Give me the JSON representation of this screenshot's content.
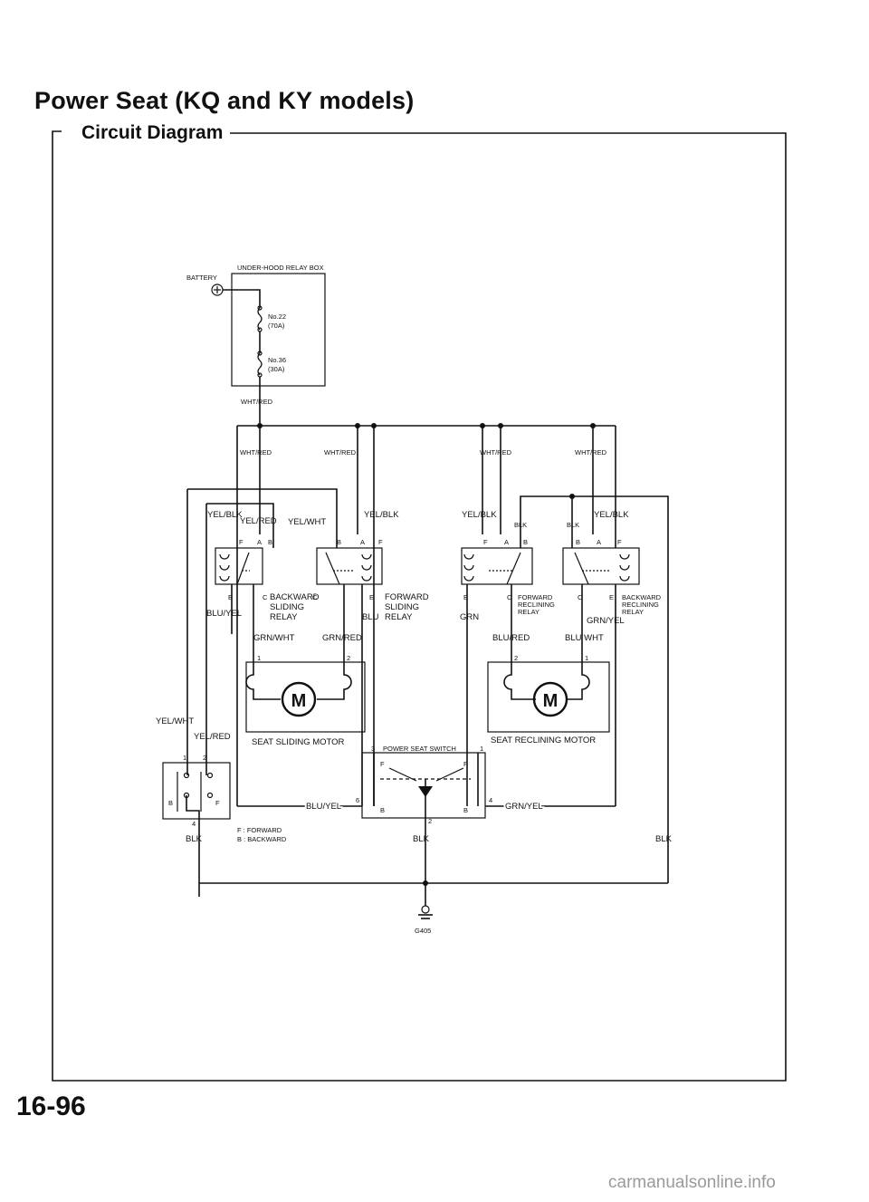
{
  "page": {
    "title": "Power Seat (KQ and KY models)",
    "subtitle": "Circuit Diagram",
    "page_number": "16-96",
    "watermark": "carmanualsonline.info"
  },
  "diagram": {
    "battery": "BATTERY",
    "relay_box": "UNDER-HOOD RELAY BOX",
    "fuse_22": "No.22",
    "fuse_22_rating": "(70A)",
    "fuse_36": "No.36",
    "fuse_36_rating": "(30A)",
    "wire_wht_red": "WHT/RED",
    "wire_yel_blk": "YEL/BLK",
    "wire_yel_red": "YEL/RED",
    "wire_yel_wht": "YEL/WHT",
    "wire_blk": "BLK",
    "wire_blu_yel": "BLU/YEL",
    "wire_blu": "BLU",
    "wire_blu_red": "BLU/RED",
    "wire_blu_wht": "BLU WHT",
    "wire_grn_wht": "GRN/WHT",
    "wire_grn_red": "GRN/RED",
    "wire_grn_yel": "GRN/YEL",
    "wire_grn": "GRN",
    "backward_sliding_relay": [
      "BACKWARD",
      "SLIDING",
      "RELAY"
    ],
    "forward_sliding_relay": [
      "FORWARD",
      "SLIDING",
      "RELAY"
    ],
    "forward_reclining_relay": [
      "FORWARD",
      "RECLINING",
      "RELAY"
    ],
    "backward_reclining_relay": [
      "BACKWARD",
      "RECLINING",
      "RELAY"
    ],
    "relay_terminals": {
      "f": "F",
      "a": "A",
      "b": "B",
      "c": "C",
      "e": "E"
    },
    "motor_symbol": "M",
    "seat_sliding_motor": "SEAT SLIDING MOTOR",
    "seat_reclining_motor": "SEAT RECLINING MOTOR",
    "power_seat_switch": "POWER SEAT SWITCH",
    "legend_f": "F : FORWARD",
    "legend_b": "B : BACKWARD",
    "ground": "G405",
    "pins": {
      "p1": "1",
      "p2": "2",
      "p3": "3",
      "p4": "4",
      "p6": "6"
    }
  }
}
